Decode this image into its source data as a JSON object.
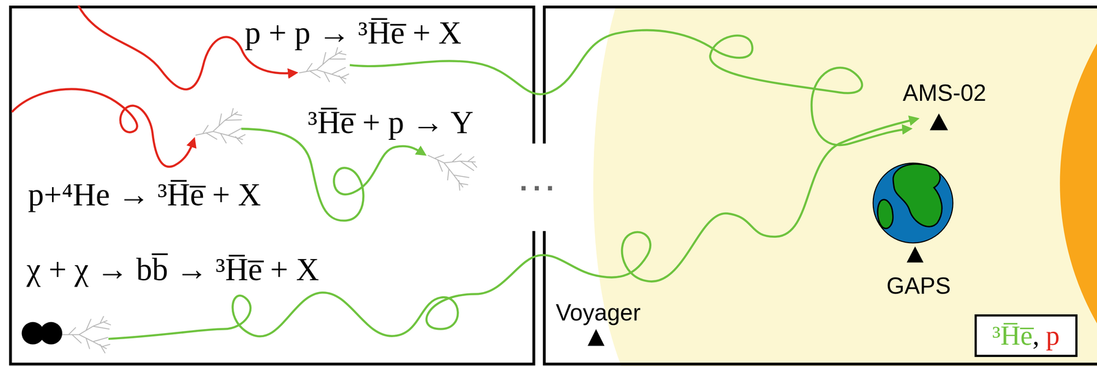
{
  "diagram": {
    "labels": [
      "p + p → ³H̅e̅ + X",
      "³H̅e̅ + p → Y",
      "p+⁴He → ³H̅e̅ + X",
      "χ + χ → bb̅ → ³H̅e̅ + X",
      "...",
      "AMS-02",
      "GAPS",
      "Voyager",
      ","
    ],
    "legend": [
      {
        "text": "³H̅e̅",
        "color": "#6fc33f"
      },
      {
        "text": "p",
        "color": "#e2261c"
      }
    ]
  }
}
